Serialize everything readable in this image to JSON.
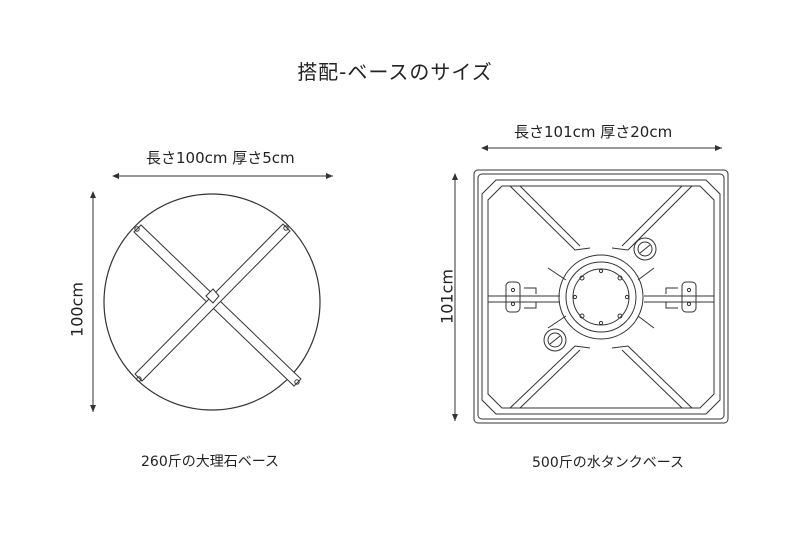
{
  "title": "搭配-ベースのサイズ",
  "left": {
    "top_dim": "長さ100cm 厚さ5cm",
    "side_dim": "100cm",
    "caption": "260斤の大理石ベース"
  },
  "right": {
    "top_dim": "長さ101cm 厚さ20cm",
    "side_dim": "101cm",
    "caption": "500斤の水タンクベース"
  }
}
